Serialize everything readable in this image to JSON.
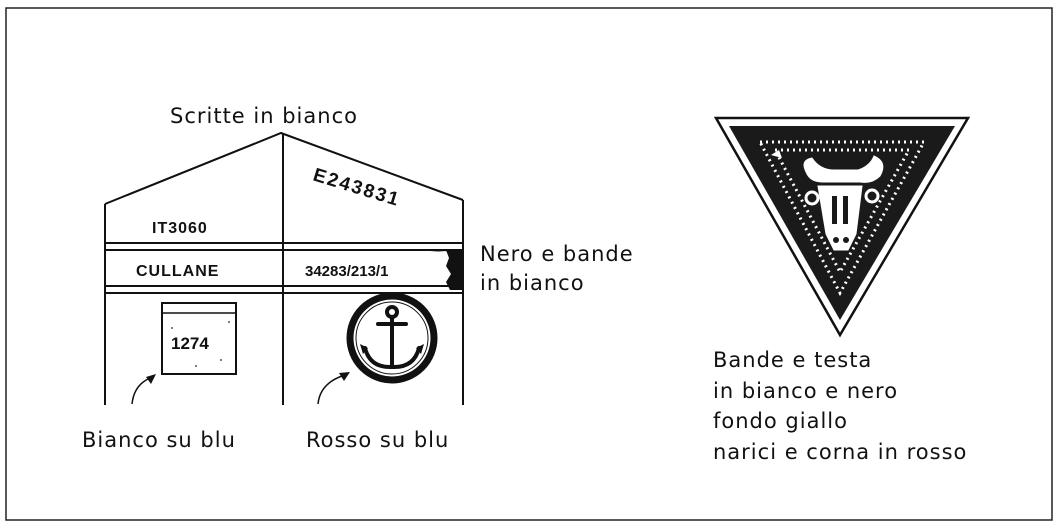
{
  "labels": {
    "top": "Scritte in bianco",
    "side_line1": "Nero e bande",
    "side_line2": "in bianco",
    "bottom_left": "Bianco su blu",
    "bottom_mid": "Rosso su blu",
    "right_line1": "Bande e testa",
    "right_line2": "in bianco e nero",
    "right_line3": "fondo giallo",
    "right_line4": "narici e corna in rosso"
  },
  "box_text": {
    "code_left": "IT3060",
    "name_left": "CULLANE",
    "code_right": "E243831",
    "number_right": "34283/213/1",
    "plate": "1274"
  },
  "icons": [
    "anchor-icon",
    "bull-head-icon"
  ]
}
